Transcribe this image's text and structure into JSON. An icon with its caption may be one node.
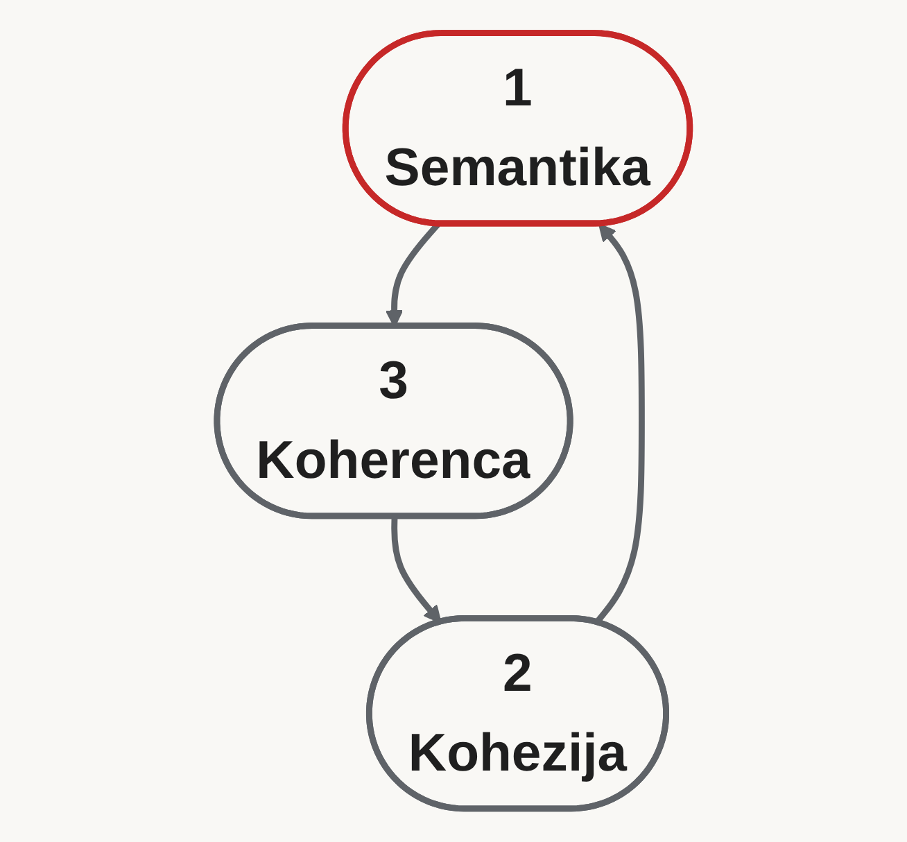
{
  "diagram": {
    "nodes": [
      {
        "text": [
          "1",
          "Semantika"
        ]
      },
      {
        "text": [
          "2",
          "Kohezija"
        ]
      },
      {
        "text": [
          "3",
          "Koherenca"
        ]
      }
    ],
    "edges": [
      {
        "from": 0,
        "to": 2,
        "arrow": "to"
      },
      {
        "from": 2,
        "to": 1,
        "arrow": "to"
      },
      {
        "from": 1,
        "to": 0,
        "arrow": "to"
      }
    ]
  }
}
